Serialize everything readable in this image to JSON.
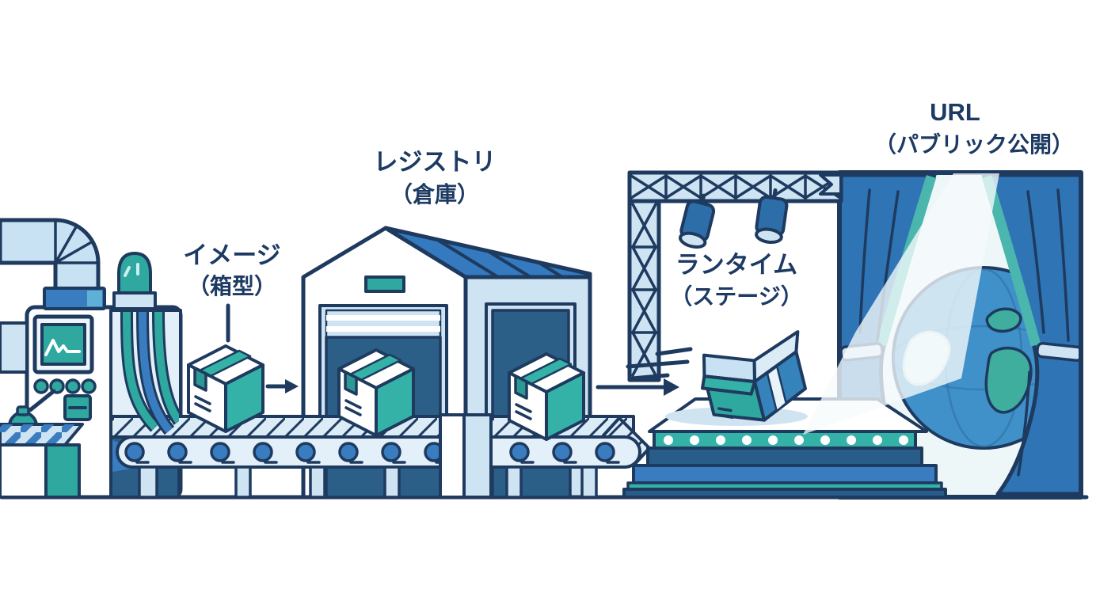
{
  "labels": {
    "image_box": {
      "line1": "イメージ",
      "line2": "（箱型）"
    },
    "registry_warehouse": {
      "line1": "レジストリ",
      "line2": "（倉庫）"
    },
    "runtime_stage": {
      "line1": "ランタイム",
      "line2": "（ステージ）"
    },
    "url_public": {
      "line1": "URL",
      "line2": "（パブリック公開）"
    }
  },
  "scene": {
    "stages": [
      "image_box",
      "registry_warehouse",
      "runtime_stage",
      "url_public"
    ],
    "package_boxes_on_belt": 3,
    "open_box_on_stage": 1,
    "conveyor_rollers": 12,
    "stage_light_dots": 10,
    "spotlights": 2,
    "arrows": 2
  },
  "colors": {
    "outline_navy": "#1e3a5f",
    "text_navy": "#1d3a63",
    "light_blue": "#c9e2f3",
    "pale_blue": "#e3f0f9",
    "medium_blue": "#3a7cc0",
    "roof_curtain_blue": "#2f74b5",
    "door_interior_blue": "#2b5f88",
    "teal": "#2fa89f",
    "teal_bright": "#35b2a8",
    "teal_dark": "#2c9a92",
    "globe_ocean": "#4090ca",
    "globe_land": "#3fae9e",
    "stage_dark_band": "#275d88"
  }
}
